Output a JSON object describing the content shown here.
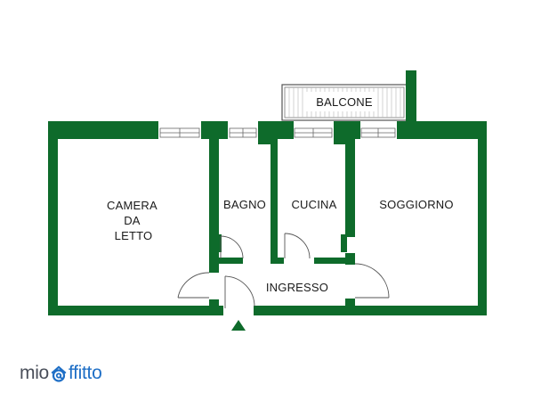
{
  "plan": {
    "wall_color": "#0e6b2b",
    "rooms": [
      {
        "id": "camera",
        "lines": [
          "CAMERA",
          "DA",
          "LETTO"
        ]
      },
      {
        "id": "bagno",
        "lines": [
          "BAGNO"
        ]
      },
      {
        "id": "cucina",
        "lines": [
          "CUCINA"
        ]
      },
      {
        "id": "soggiorno",
        "lines": [
          "SOGGIORNO"
        ]
      },
      {
        "id": "ingresso",
        "lines": [
          "INGRESSO"
        ]
      },
      {
        "id": "balcone",
        "lines": [
          "BALCONE"
        ]
      }
    ]
  },
  "brand": {
    "prefix": "mio",
    "suffix": "ffitto",
    "icon": "at-sign-house-icon",
    "prefix_color": "#4a4f5a",
    "accent_color": "#1f6fc6"
  }
}
